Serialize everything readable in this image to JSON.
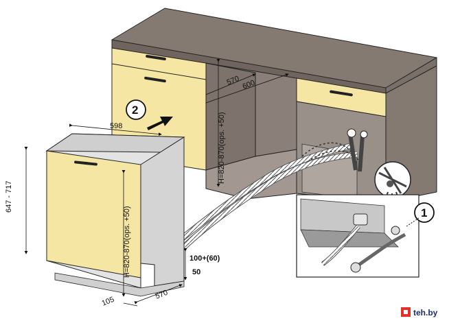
{
  "dimensions": {
    "depth_top": "600",
    "depth_cabinet": "570",
    "width_top": "598",
    "height_cabinet": "H=820-870(ops. +50)",
    "height_unit": "H=820-870(ops. +50)",
    "height_door": "647 - 717",
    "plinth": "100+(60)",
    "plinth_depth": "50",
    "door_setback": "105",
    "floor_depth": "570"
  },
  "callouts": {
    "step_1": "1",
    "step_2": "2"
  },
  "watermark": {
    "text": "teh.by"
  },
  "colors": {
    "countertop": "#857a72",
    "cabinet_front": "#f6e6a4",
    "appliance_body": "#d9d9d9",
    "line": "#222222"
  }
}
